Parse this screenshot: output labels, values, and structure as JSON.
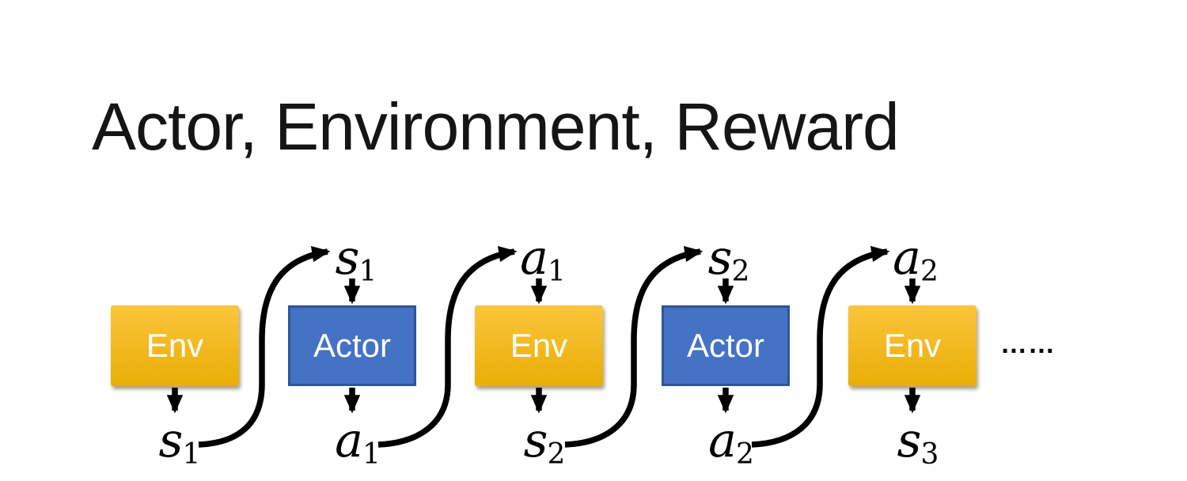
{
  "title": "Actor, Environment, Reward",
  "diagram": {
    "boxes": [
      {
        "label": "Env",
        "type": "env"
      },
      {
        "label": "Actor",
        "type": "actor"
      },
      {
        "label": "Env",
        "type": "env"
      },
      {
        "label": "Actor",
        "type": "actor"
      },
      {
        "label": "Env",
        "type": "env"
      }
    ],
    "top_labels": [
      {
        "base": "s",
        "sub": "1"
      },
      {
        "base": "a",
        "sub": "1"
      },
      {
        "base": "s",
        "sub": "2"
      },
      {
        "base": "a",
        "sub": "2"
      }
    ],
    "bottom_labels": [
      {
        "base": "s",
        "sub": "1"
      },
      {
        "base": "a",
        "sub": "1"
      },
      {
        "base": "s",
        "sub": "2"
      },
      {
        "base": "a",
        "sub": "2"
      },
      {
        "base": "s",
        "sub": "3"
      }
    ],
    "ellipsis": "……",
    "colors": {
      "env_top": "#FBC53E",
      "env_bottom": "#E9AE06",
      "actor_fill": "#4472C4",
      "actor_border": "#2F5597",
      "arrow": "#000000",
      "box_text": "#FFFFFF",
      "title_text": "#151515"
    }
  }
}
